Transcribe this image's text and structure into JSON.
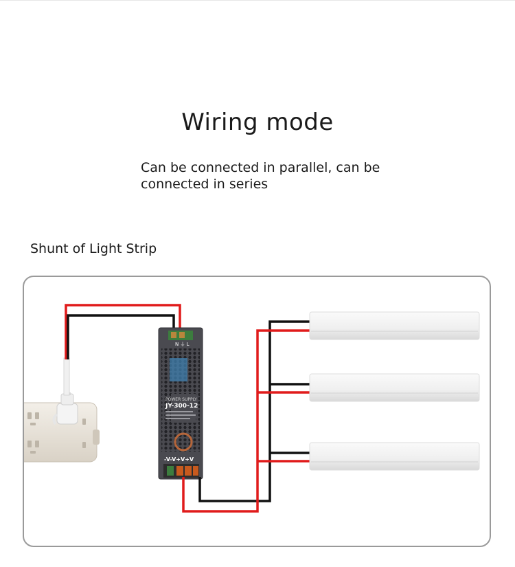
{
  "header": {
    "title": "Wiring mode",
    "description": "Can be connected in parallel, can be connected in series"
  },
  "section": {
    "label": "Shunt of Light Strip"
  },
  "power_supply": {
    "brand_label": "POWER SUPPLY",
    "model": "JY-300-12",
    "input_terminals": "N ⏚ L",
    "output_terminals": "-V-V+V+V"
  },
  "colors": {
    "live_wire": "#e01b1b",
    "neutral_wire": "#111111",
    "psu_body": "#4a4a50",
    "frame_border": "#9a9a9a",
    "light_strip": "#f2f2f2",
    "power_strip": "#ece6dc"
  },
  "light_strips": [
    {
      "name": "light-strip-1"
    },
    {
      "name": "light-strip-2"
    },
    {
      "name": "light-strip-3"
    }
  ]
}
